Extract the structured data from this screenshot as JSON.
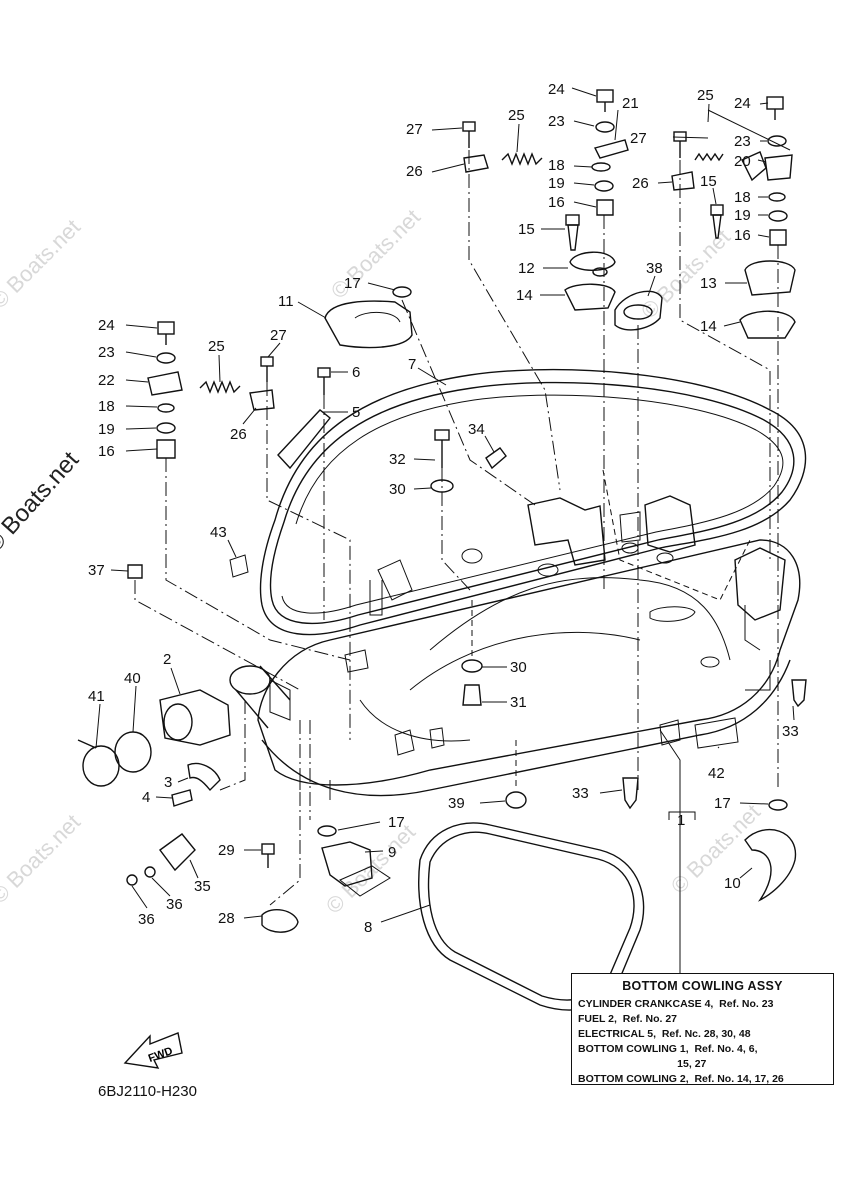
{
  "watermark": {
    "main": "© Boats.net",
    "faint": "© Boats.net"
  },
  "diagram_code": "6BJ2110-H230",
  "fwd_label": "FWD",
  "callouts": [
    {
      "id": "c24a",
      "text": "24"
    },
    {
      "id": "c23a",
      "text": "23"
    },
    {
      "id": "c21",
      "text": "21"
    },
    {
      "id": "c27a",
      "text": "27"
    },
    {
      "id": "c25a",
      "text": "25"
    },
    {
      "id": "c26a",
      "text": "26"
    },
    {
      "id": "c18a",
      "text": "18"
    },
    {
      "id": "c19a",
      "text": "19"
    },
    {
      "id": "c16a",
      "text": "16"
    },
    {
      "id": "c15a",
      "text": "15"
    },
    {
      "id": "c12",
      "text": "12"
    },
    {
      "id": "c14a",
      "text": "14"
    },
    {
      "id": "c38",
      "text": "38"
    },
    {
      "id": "c25b",
      "text": "25"
    },
    {
      "id": "c24b",
      "text": "24"
    },
    {
      "id": "c27b",
      "text": "27"
    },
    {
      "id": "c23b",
      "text": "23"
    },
    {
      "id": "c20",
      "text": "20"
    },
    {
      "id": "c26b",
      "text": "26"
    },
    {
      "id": "c15b",
      "text": "15"
    },
    {
      "id": "c18b",
      "text": "18"
    },
    {
      "id": "c19b",
      "text": "19"
    },
    {
      "id": "c16b",
      "text": "16"
    },
    {
      "id": "c13",
      "text": "13"
    },
    {
      "id": "c14b",
      "text": "14"
    },
    {
      "id": "c17a",
      "text": "17"
    },
    {
      "id": "c11",
      "text": "11"
    },
    {
      "id": "c24c",
      "text": "24"
    },
    {
      "id": "c23c",
      "text": "23"
    },
    {
      "id": "c25c",
      "text": "25"
    },
    {
      "id": "c27c",
      "text": "27"
    },
    {
      "id": "c22",
      "text": "22"
    },
    {
      "id": "c18c",
      "text": "18"
    },
    {
      "id": "c19c",
      "text": "19"
    },
    {
      "id": "c16c",
      "text": "16"
    },
    {
      "id": "c26c",
      "text": "26"
    },
    {
      "id": "c6",
      "text": "6"
    },
    {
      "id": "c5",
      "text": "5"
    },
    {
      "id": "c7",
      "text": "7"
    },
    {
      "id": "c34",
      "text": "34"
    },
    {
      "id": "c32",
      "text": "32"
    },
    {
      "id": "c30a",
      "text": "30"
    },
    {
      "id": "c43",
      "text": "43"
    },
    {
      "id": "c37",
      "text": "37"
    },
    {
      "id": "c2",
      "text": "2"
    },
    {
      "id": "c40",
      "text": "40"
    },
    {
      "id": "c41",
      "text": "41"
    },
    {
      "id": "c30b",
      "text": "30"
    },
    {
      "id": "c31",
      "text": "31"
    },
    {
      "id": "c33a",
      "text": "33"
    },
    {
      "id": "c3",
      "text": "3"
    },
    {
      "id": "c4",
      "text": "4"
    },
    {
      "id": "c42",
      "text": "42"
    },
    {
      "id": "c33b",
      "text": "33"
    },
    {
      "id": "c39",
      "text": "39"
    },
    {
      "id": "c1",
      "text": "1"
    },
    {
      "id": "c17b",
      "text": "17"
    },
    {
      "id": "c17c",
      "text": "17"
    },
    {
      "id": "c29",
      "text": "29"
    },
    {
      "id": "c9",
      "text": "9"
    },
    {
      "id": "c35",
      "text": "35"
    },
    {
      "id": "c36a",
      "text": "36"
    },
    {
      "id": "c36b",
      "text": "36"
    },
    {
      "id": "c10",
      "text": "10"
    },
    {
      "id": "c28",
      "text": "28"
    },
    {
      "id": "c8",
      "text": "8"
    }
  ],
  "info_box": {
    "title": "BOTTOM COWLING ASSY",
    "lines": [
      "CYLINDER CRANKCASE 4,  Ref. No. 23",
      "FUEL 2,  Ref. No. 27",
      "ELECTRICAL 5,  Ref. Nc. 28, 30, 48",
      "BOTTOM COWLING 1,  Ref. No. 4, 6,",
      "                                  15, 27",
      "BOTTOM COWLING 2,  Ref. No. 14, 17, 26"
    ]
  }
}
